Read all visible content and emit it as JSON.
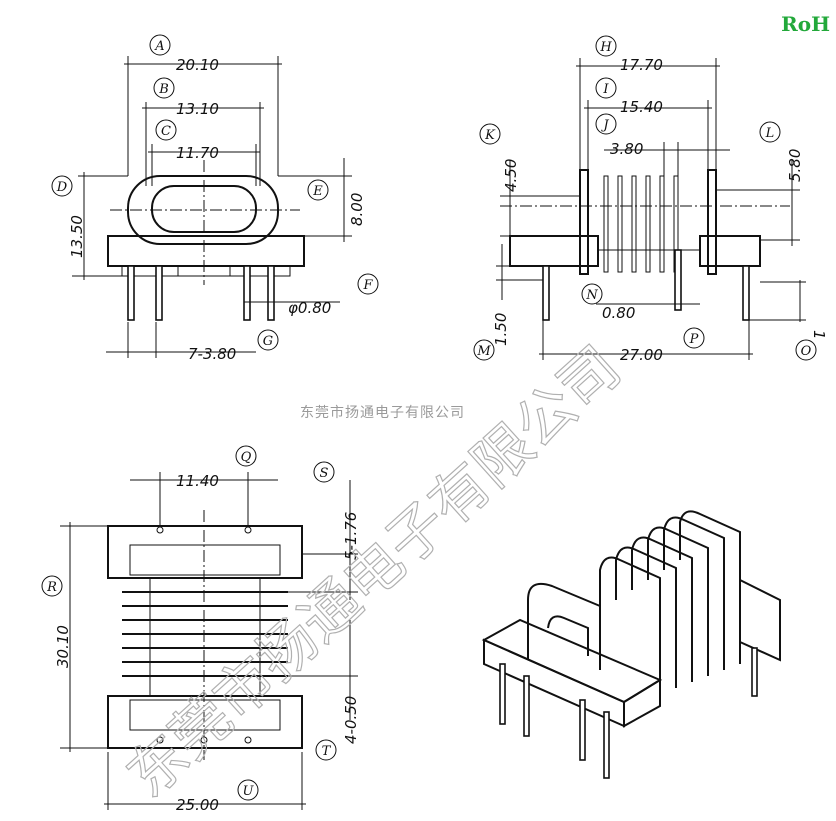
{
  "badge": "RoH",
  "watermark_small": "东莞市扬通电子有限公司",
  "watermark_large": "东莞市扬通电子有限公司",
  "front_view": {
    "A": {
      "letter": "A",
      "value": "20.10"
    },
    "B": {
      "letter": "B",
      "value": "13.10"
    },
    "C": {
      "letter": "C",
      "value": "11.70"
    },
    "D": {
      "letter": "D",
      "value": "13.50"
    },
    "E": {
      "letter": "E",
      "value": "8.00"
    },
    "F": {
      "letter": "F",
      "value": "φ0.80"
    },
    "G": {
      "letter": "G",
      "value": "7-3.80"
    }
  },
  "side_view": {
    "H": {
      "letter": "H",
      "value": "17.70"
    },
    "I": {
      "letter": "I",
      "value": "15.40"
    },
    "J": {
      "letter": "J",
      "value": "3.80"
    },
    "K": {
      "letter": "K",
      "value": "4.50"
    },
    "L": {
      "letter": "L",
      "value": "5.80"
    },
    "M": {
      "letter": "M",
      "value": "1.50"
    },
    "N": {
      "letter": "N",
      "value": "0.80"
    },
    "O": {
      "letter": "O",
      "value": "1"
    },
    "P": {
      "letter": "P",
      "value": "27.00"
    }
  },
  "bottom_view": {
    "Q": {
      "letter": "Q",
      "value": "11.40"
    },
    "R": {
      "letter": "R",
      "value": "30.10"
    },
    "S": {
      "letter": "S",
      "value": "5-1.76"
    },
    "T": {
      "letter": "T",
      "value": "4-0.50"
    },
    "U": {
      "letter": "U",
      "value": "25.00"
    }
  }
}
